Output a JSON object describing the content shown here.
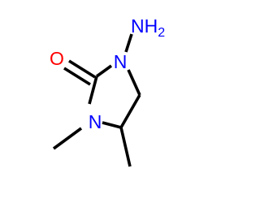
{
  "molecule": {
    "atoms": {
      "n_amino": {
        "symbol": "N",
        "color": "#0000ff"
      },
      "nh2": {
        "symbol": "N",
        "hydrogens": "H",
        "subscript": "2",
        "color": "#0000ff"
      },
      "o_carbonyl": {
        "symbol": "O",
        "color": "#ff0000"
      },
      "n_methyl": {
        "symbol": "N",
        "color": "#0000ff"
      }
    },
    "bond_color": "#000000"
  }
}
